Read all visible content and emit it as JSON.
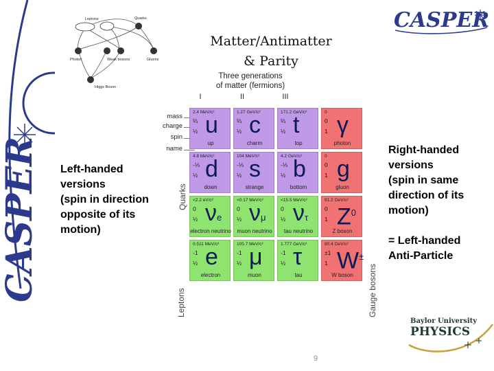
{
  "slide": {
    "title_line1": "Matter/Antimatter",
    "title_line2": "& Parity",
    "left_note": [
      "Left-handed",
      "versions",
      "(spin in direction",
      "opposite of its",
      "motion)"
    ],
    "right_note": [
      "Right-handed",
      "versions",
      "(spin in same",
      "direction of its",
      "motion)"
    ],
    "anti_note": [
      "= Left-handed",
      "Anti-Particle"
    ],
    "page_number": "9",
    "logos": {
      "top_right": "CASPER",
      "left": "CASPER",
      "bottom_right_line1": "Baylor University",
      "bottom_right_line2": "PHYSICS"
    }
  },
  "diagram": {
    "labels": [
      "Leptons",
      "Quarks",
      "Photon",
      "Weak bosons",
      "Gluons",
      "Higgs Boson"
    ]
  },
  "standard_model": {
    "title_line1": "Three generations",
    "title_line2": "of matter (fermions)",
    "generations": [
      "I",
      "II",
      "III"
    ],
    "row_labels": [
      "mass",
      "charge",
      "spin",
      "name"
    ],
    "side_labels": {
      "quarks": "Quarks",
      "leptons": "Leptons",
      "gauge": "Gauge bosons"
    },
    "rows": [
      [
        {
          "mass": "2.4 MeV/c²",
          "charge": "⅔",
          "spin": "½",
          "symbol": "u",
          "sub": "",
          "name": "up",
          "kind": "q"
        },
        {
          "mass": "1.27 GeV/c²",
          "charge": "⅔",
          "spin": "½",
          "symbol": "c",
          "sub": "",
          "name": "charm",
          "kind": "q"
        },
        {
          "mass": "171.2 GeV/c²",
          "charge": "⅔",
          "spin": "½",
          "symbol": "t",
          "sub": "",
          "name": "top",
          "kind": "q"
        },
        {
          "mass": "0",
          "charge": "0",
          "spin": "1",
          "symbol": "γ",
          "sub": "",
          "name": "photon",
          "kind": "b"
        }
      ],
      [
        {
          "mass": "4.8 MeV/c²",
          "charge": "-⅓",
          "spin": "½",
          "symbol": "d",
          "sub": "",
          "name": "down",
          "kind": "q"
        },
        {
          "mass": "104 MeV/c²",
          "charge": "-⅓",
          "spin": "½",
          "symbol": "s",
          "sub": "",
          "name": "strange",
          "kind": "q"
        },
        {
          "mass": "4.2 GeV/c²",
          "charge": "-⅓",
          "spin": "½",
          "symbol": "b",
          "sub": "",
          "name": "bottom",
          "kind": "q"
        },
        {
          "mass": "0",
          "charge": "0",
          "spin": "1",
          "symbol": "g",
          "sub": "",
          "name": "gluon",
          "kind": "b"
        }
      ],
      [
        {
          "mass": "<2.2 eV/c²",
          "charge": "0",
          "spin": "½",
          "symbol": "ν",
          "sub": "e",
          "name": "electron neutrino",
          "kind": "l"
        },
        {
          "mass": "<0.17 MeV/c²",
          "charge": "0",
          "spin": "½",
          "symbol": "ν",
          "sub": "μ",
          "name": "muon neutrino",
          "kind": "l"
        },
        {
          "mass": "<15.5 MeV/c²",
          "charge": "0",
          "spin": "½",
          "symbol": "ν",
          "sub": "τ",
          "name": "tau neutrino",
          "kind": "l"
        },
        {
          "mass": "91.2 GeV/c²",
          "charge": "0",
          "spin": "1",
          "symbol": "Z",
          "sub": "0",
          "name": "Z boson",
          "kind": "b"
        }
      ],
      [
        {
          "mass": "0.511 MeV/c²",
          "charge": "-1",
          "spin": "½",
          "symbol": "e",
          "sub": "",
          "name": "electron",
          "kind": "l"
        },
        {
          "mass": "105.7 MeV/c²",
          "charge": "-1",
          "spin": "½",
          "symbol": "μ",
          "sub": "",
          "name": "muon",
          "kind": "l"
        },
        {
          "mass": "1.777 GeV/c²",
          "charge": "-1",
          "spin": "½",
          "symbol": "τ",
          "sub": "",
          "name": "tau",
          "kind": "l"
        },
        {
          "mass": "80.4 GeV/c²",
          "charge": "±1",
          "spin": "1",
          "symbol": "W",
          "sub": "±",
          "name": "W boson",
          "kind": "b"
        }
      ]
    ]
  },
  "colors": {
    "quark": "#bf98e8",
    "boson": "#f07272",
    "lepton": "#8fe470",
    "logo_blue": "#2b3a8c"
  }
}
